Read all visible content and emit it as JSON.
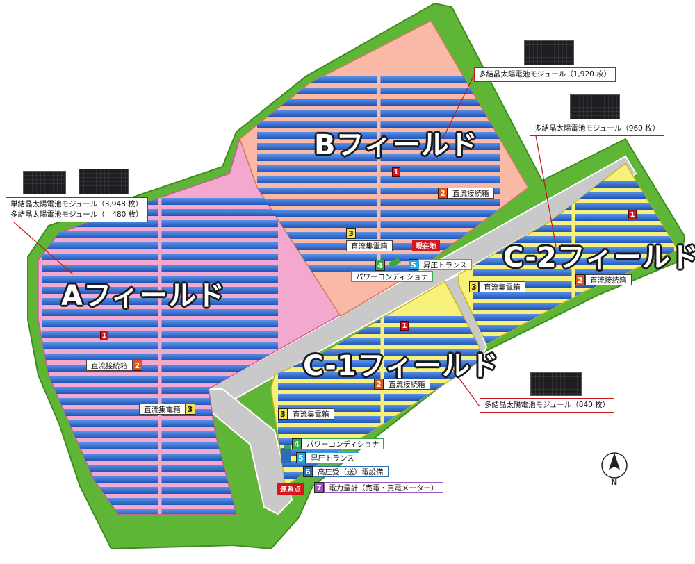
{
  "fields": {
    "a": {
      "title": "Aフィールド"
    },
    "b": {
      "title": "Bフィールド"
    },
    "c1": {
      "title": "C-1フィールド"
    },
    "c2": {
      "title": "C-2フィールド"
    }
  },
  "callouts": {
    "a_line1": "単結晶太陽電池モジュール（3,948 枚）",
    "a_line2": "多結晶太陽電池モジュール（　480 枚）",
    "b": "多結晶太陽電池モジュール（1,920 枚）",
    "c2": "多結晶太陽電池モジュール（960 枚）",
    "c1": "多結晶太陽電池モジュール（840 枚）"
  },
  "legend": {
    "n1": "1",
    "n2": "2",
    "n3": "3",
    "n4": "4",
    "n5": "5",
    "n6": "6",
    "n7": "7",
    "dc_junction": "直流接続箱",
    "dc_collector": "直流集電箱",
    "power_conditioner": "パワーコンディショナ",
    "step_up": "昇圧トランス",
    "hv_equipment": "高圧受（送）電設備",
    "meter": "電力量計（売電・買電メーター）"
  },
  "tags": {
    "current": "現在地",
    "grid_point": "連系点"
  },
  "compass": {
    "north": "N"
  },
  "colors": {
    "field_a": "#f2a9cd",
    "field_b": "#f9b9a6",
    "field_c": "#f7f07a",
    "grass": "#5fb536",
    "road": "#c9c9c9",
    "panel": "#2f6fd3",
    "callout_border": "#c4161c",
    "n1": "#d7141a",
    "n2": "#e0561b",
    "n3": "#f4e24a",
    "n4": "#3aa64a",
    "n5": "#29a6de",
    "n6": "#2e6db6",
    "n7": "#9b59b6"
  }
}
